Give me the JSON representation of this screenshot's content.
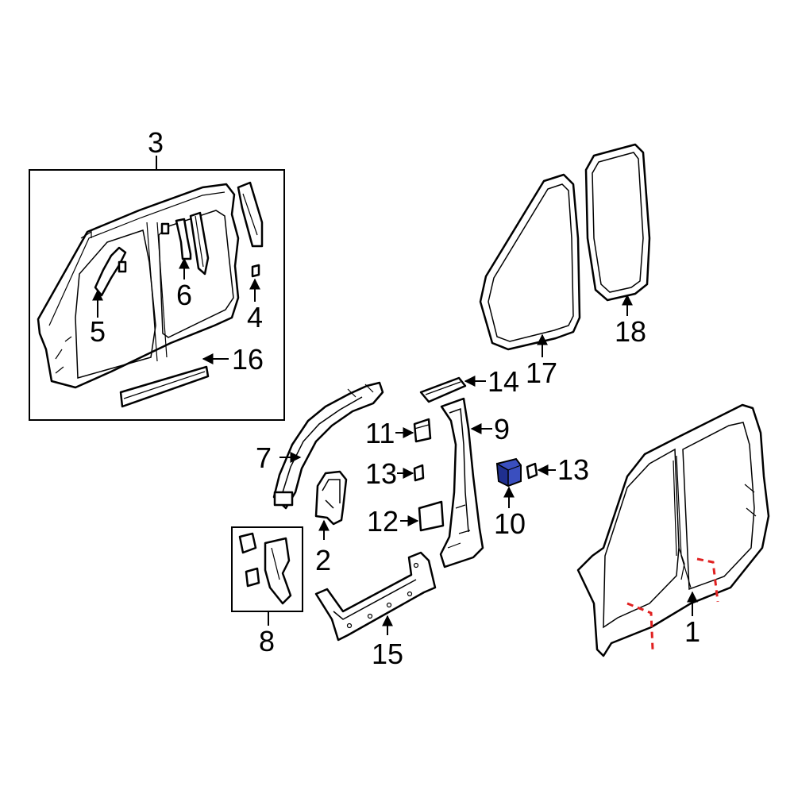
{
  "colors": {
    "line": "#000000",
    "highlight": "#3a4fbf",
    "highlight_dark": "#1f2f8f",
    "cut_line": "#e02020"
  },
  "callouts": {
    "c1": "1",
    "c2": "2",
    "c3": "3",
    "c4": "4",
    "c5": "5",
    "c6": "6",
    "c7": "7",
    "c8": "8",
    "c9": "9",
    "c10": "10",
    "c11": "11",
    "c12": "12",
    "c13a": "13",
    "c13b": "13",
    "c14": "14",
    "c15": "15",
    "c16": "16",
    "c17": "17",
    "c18": "18"
  },
  "highlighted_part": "10"
}
